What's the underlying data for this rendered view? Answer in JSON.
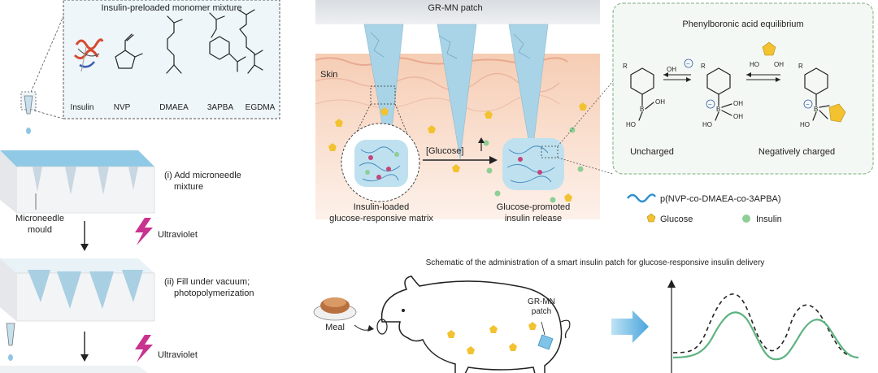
{
  "monomer_panel": {
    "title": "Insulin-preloaded monomer mixture",
    "labels": [
      "Insulin",
      "NVP",
      "DMAEA",
      "3APBA",
      "EGDMA"
    ]
  },
  "fabrication": {
    "step1": [
      "(i) Add microneedle",
      "mixture"
    ],
    "mould": [
      "Microneedle",
      "mould"
    ],
    "uv1": "Ultraviolet",
    "step2": [
      "(ii) Fill under vacuum;",
      "photopolymerization"
    ],
    "uv2": "Ultraviolet"
  },
  "patch": {
    "title": "GR-MN patch",
    "skin": "Skin",
    "matrix_label": [
      "Insulin-loaded",
      "glucose-responsive matrix"
    ],
    "arrow_label": "[Glucose]",
    "release_label": [
      "Glucose-promoted",
      "insulin release"
    ]
  },
  "equilibrium": {
    "title": "Phenylboronic acid equilibrium",
    "uncharged": "Uncharged",
    "charged": "Negatively charged",
    "atoms": {
      "R": "R",
      "B": "B",
      "OH": "OH",
      "HO": "HO",
      "minus": "−"
    }
  },
  "legend": {
    "polymer": "p(NVP-co-DMAEA-co-3APBA)",
    "glucose": "Glucose",
    "insulin": "Insulin"
  },
  "admin": {
    "title": "Schematic of the administration of a smart insulin patch for glucose-responsive insulin delivery",
    "meal": "Meal",
    "patch_label": [
      "GR-MN",
      "patch"
    ]
  },
  "colors": {
    "skin": "#f3c9b0",
    "needle": "#a9d3e6",
    "glucose": "#f2c230",
    "insulin": "#8dcf95",
    "curve_green": "#5fb382",
    "uv": "#c8338f",
    "panel_border": "#7fae7f"
  }
}
